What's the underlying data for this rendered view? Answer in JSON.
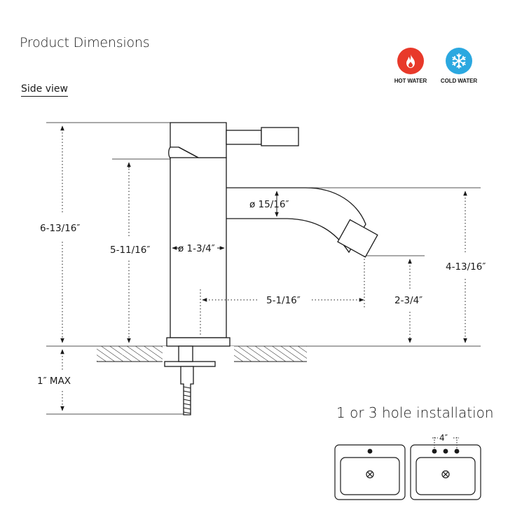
{
  "title": "Product Dimensions",
  "side_view_label": "Side view",
  "badges": {
    "hot": {
      "label": "HOT WATER",
      "icon": "flame-icon",
      "color": "#e8392a"
    },
    "cold": {
      "label": "COLD WATER",
      "icon": "snowflake-icon",
      "color": "#2ba8e0"
    }
  },
  "dimensions": {
    "total_height": "6-13/16″",
    "body_height": "5-11/16″",
    "body_diameter": "ø 1-3/4″",
    "spout_diameter": "ø 15/16″",
    "spout_reach": "5-1/16″",
    "spout_clearance": "2-3/4″",
    "spout_height": "4-13/16″",
    "max_deck": "1″ MAX"
  },
  "installation": {
    "title": "1 or 3 hole installation",
    "spacing": "4″"
  }
}
